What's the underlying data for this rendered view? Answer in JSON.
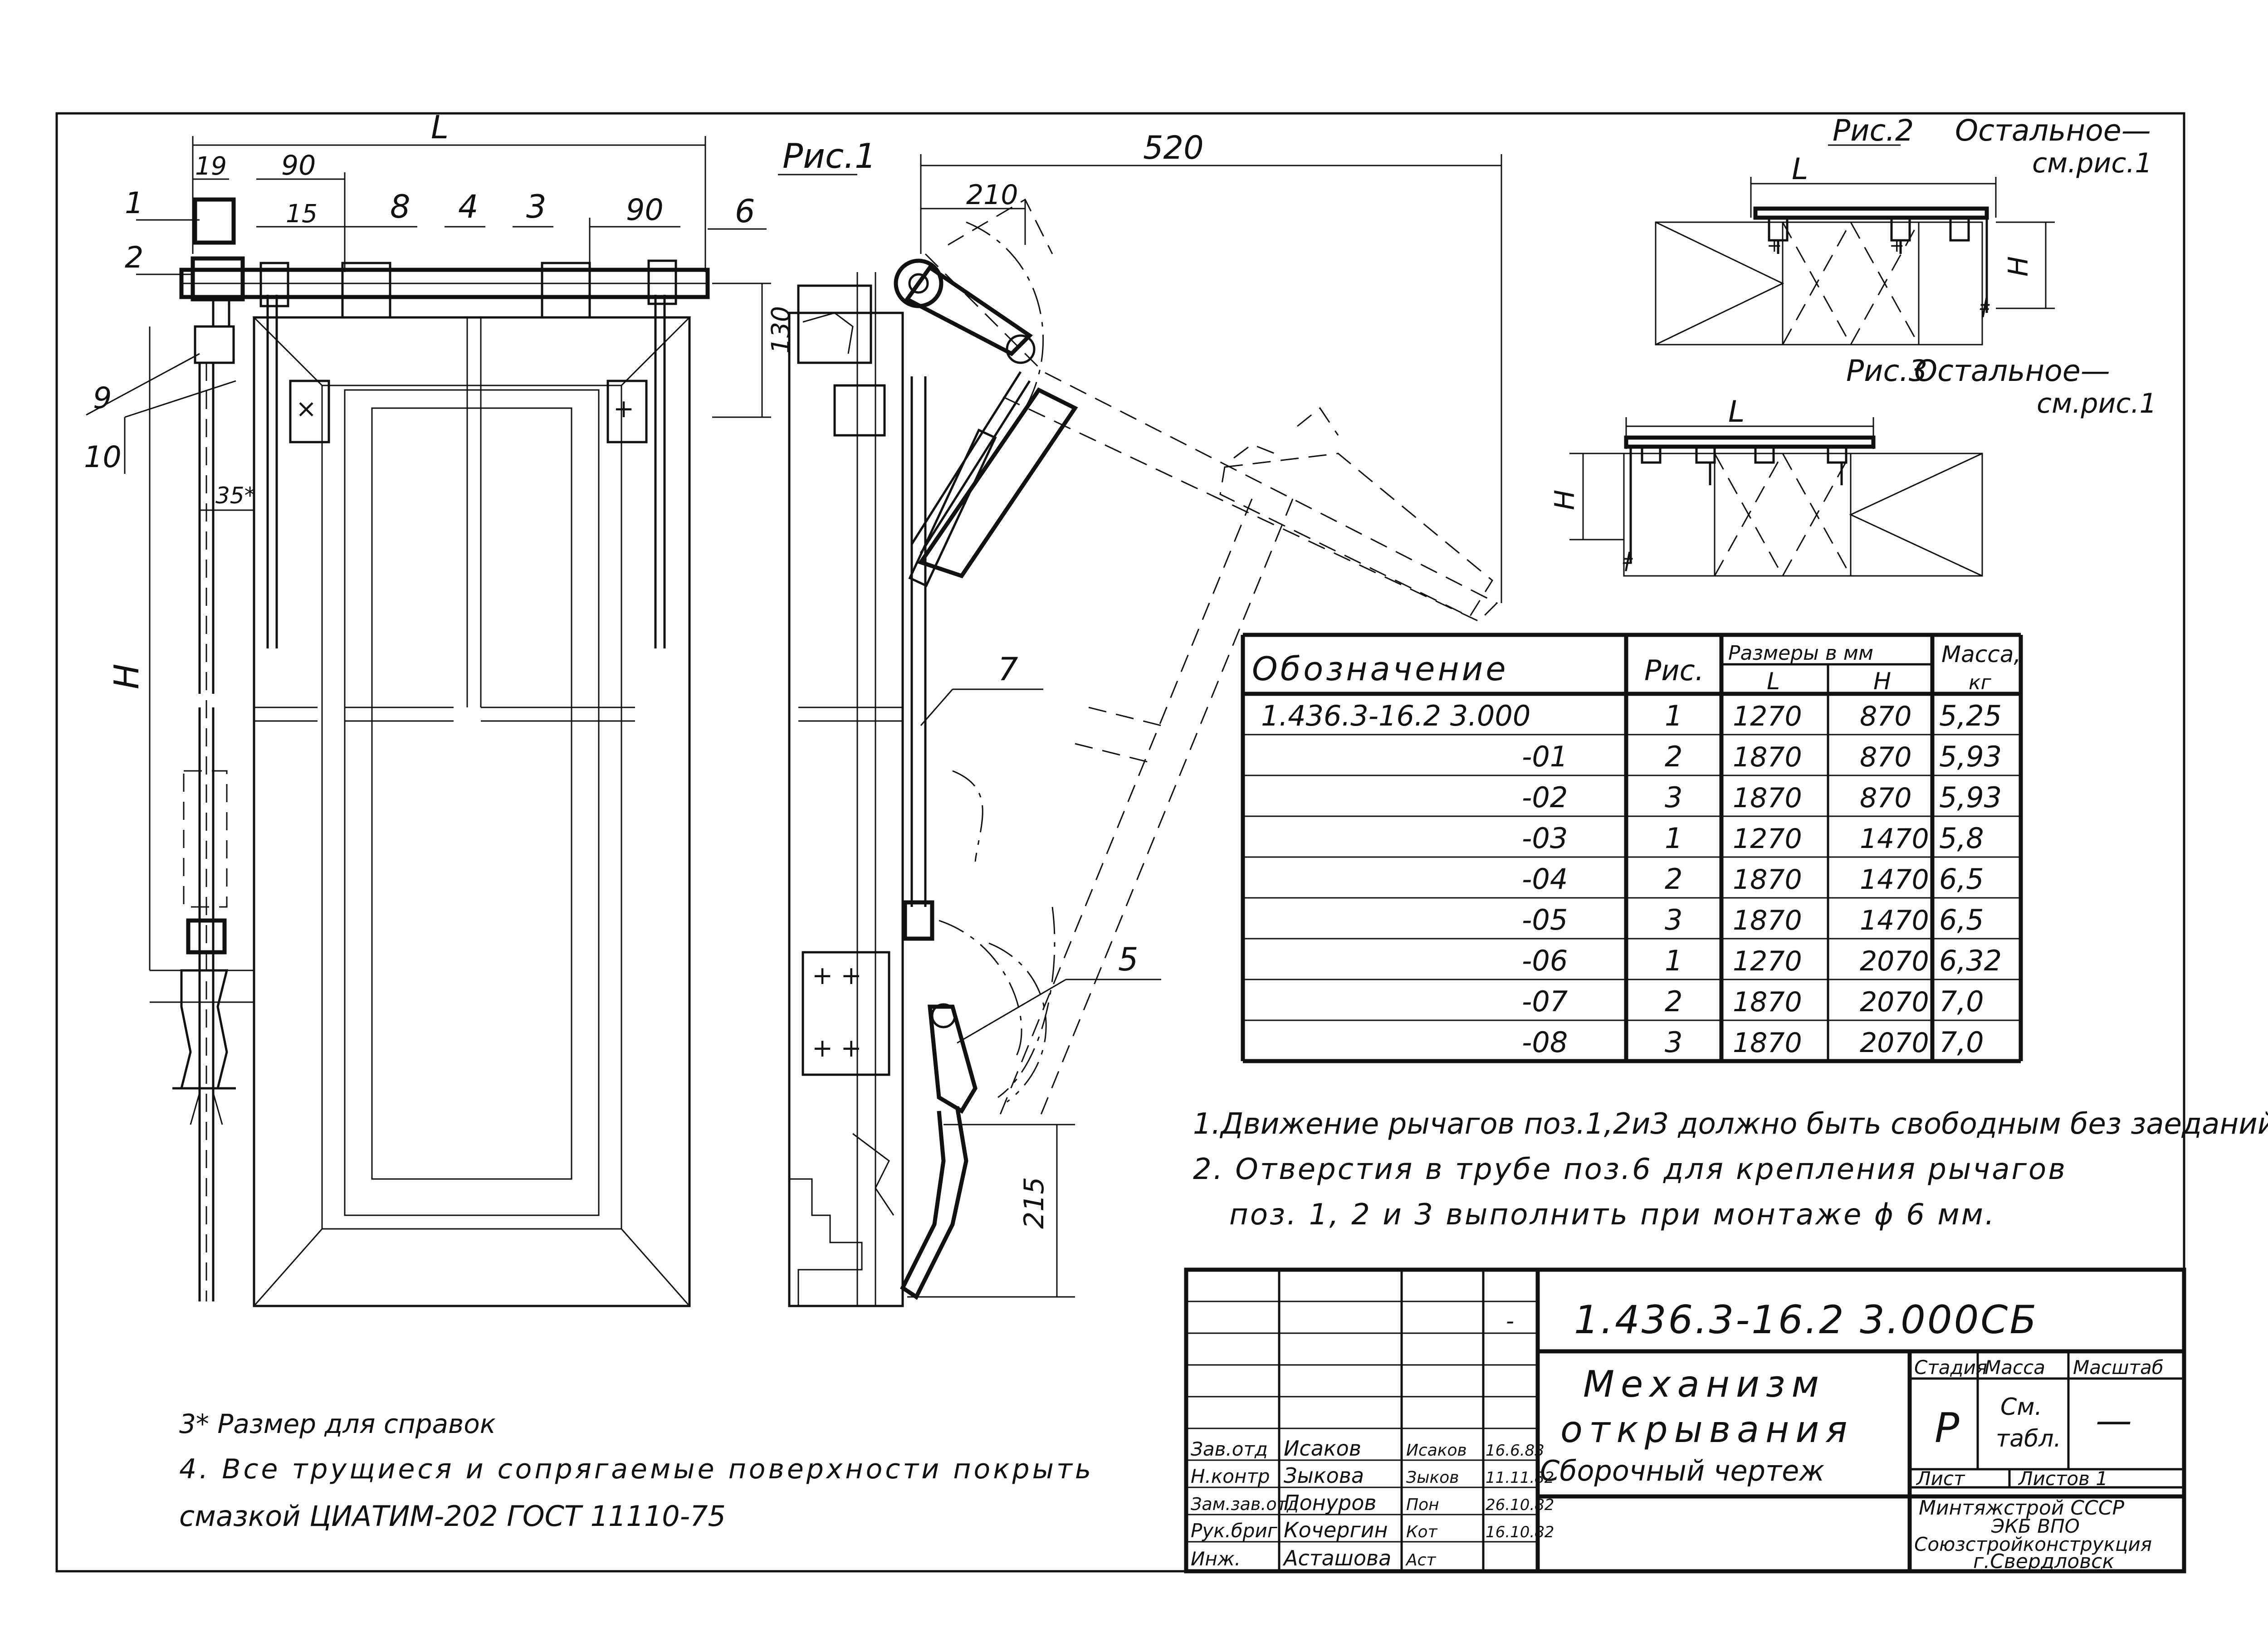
{
  "figure_labels": {
    "fig1": "Рис.1",
    "fig2": "Рис.2",
    "fig2_note": "Остальное—",
    "fig2_ref": "см.рис.1",
    "fig3": "Рис.3",
    "fig3_note": "Остальное—",
    "fig3_ref": "см.рис.1"
  },
  "dimensions": {
    "L_main": "L",
    "d19": "19",
    "d90_left": "90",
    "d15": "15",
    "d90_right": "90",
    "d130": "130",
    "H_main": "H",
    "d35": "35*",
    "d520": "520",
    "d210": "210",
    "d215": "215",
    "L_fig2": "L",
    "H_fig2": "H",
    "L_fig3": "L",
    "H_fig3": "H"
  },
  "callouts": [
    "1",
    "2",
    "8",
    "4",
    "3",
    "6",
    "9",
    "10",
    "7",
    "5"
  ],
  "table": {
    "headers": {
      "designation": "Обозначение",
      "fig": "Рис.",
      "sizes": "Размеры в мм",
      "L": "L",
      "H": "H",
      "mass": "Масса,",
      "mass_unit": "кг"
    },
    "rows": [
      {
        "designation": "1.436.3-16.2   3.000",
        "fig": "1",
        "L": "1270",
        "H": "870",
        "mass": "5,25"
      },
      {
        "designation": "-01",
        "fig": "2",
        "L": "1870",
        "H": "870",
        "mass": "5,93"
      },
      {
        "designation": "-02",
        "fig": "3",
        "L": "1870",
        "H": "870",
        "mass": "5,93"
      },
      {
        "designation": "-03",
        "fig": "1",
        "L": "1270",
        "H": "1470",
        "mass": "5,8"
      },
      {
        "designation": "-04",
        "fig": "2",
        "L": "1870",
        "H": "1470",
        "mass": "6,5"
      },
      {
        "designation": "-05",
        "fig": "3",
        "L": "1870",
        "H": "1470",
        "mass": "6,5"
      },
      {
        "designation": "-06",
        "fig": "1",
        "L": "1270",
        "H": "2070",
        "mass": "6,32"
      },
      {
        "designation": "-07",
        "fig": "2",
        "L": "1870",
        "H": "2070",
        "mass": "7,0"
      },
      {
        "designation": "-08",
        "fig": "3",
        "L": "1870",
        "H": "2070",
        "mass": "7,0"
      }
    ]
  },
  "notes": {
    "n1": "1.Движение рычагов поз.1,2и3 должно быть свободным без заеданий",
    "n2a": "2. Отверстия в трубе поз.6 для крепления рычагов",
    "n2b": "поз. 1, 2 и 3 выполнить при монтаже ϕ 6 мм.",
    "n3": "3* Размер для справок",
    "n4a": "4. Все трущиеся и сопрягаемые поверхности покрыть",
    "n4b": "смазкой ЦИАТИМ-202 ГОСТ 11110-75"
  },
  "title_block": {
    "code": "1.436.3-16.2   3.000СБ",
    "name_line1": "Механизм",
    "name_line2": "открывания",
    "name_line3": "Сборочный     чертеж",
    "stage_label": "Стадия",
    "mass_label": "Масса",
    "scale_label": "Масштаб",
    "stage_value": "Р",
    "mass_value_1": "См.",
    "mass_value_2": "табл.",
    "scale_value": "—",
    "sheet_label": "Лист",
    "sheets_label": "Листов 1",
    "org_line1": "Минтяжстрой СССР",
    "org_line2": "ЭКБ  ВПО",
    "org_line3": "Союзстройконструкция",
    "org_line4": "г.Свердловск",
    "signatures": [
      {
        "role": "Зав.отд",
        "name": "Исаков",
        "sign": "Исаков",
        "date": "16.6.83"
      },
      {
        "role": "Н.контр",
        "name": "Зыкова",
        "sign": "Зыков",
        "date": "11.11.82"
      },
      {
        "role": "Зам.зав.отд",
        "name": "Понуров",
        "sign": "Пон",
        "date": "26.10.82"
      },
      {
        "role": "Рук.бриг",
        "name": "Кочергин",
        "sign": "Кот",
        "date": "16.10.82"
      },
      {
        "role": "Инж.",
        "name": "Асташова",
        "sign": "Аст",
        "date": ""
      }
    ]
  }
}
